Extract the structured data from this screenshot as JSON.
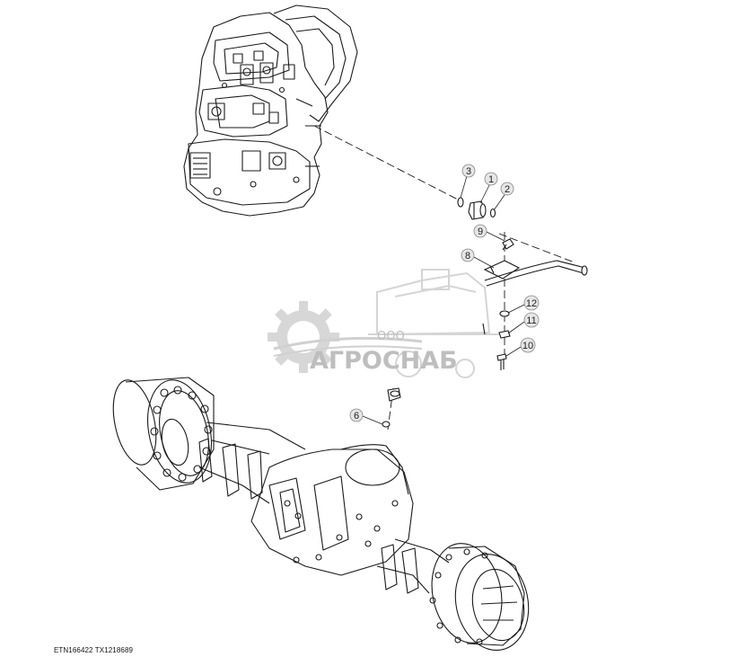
{
  "diagram": {
    "callouts": [
      {
        "id": "callout-1",
        "label": "1"
      },
      {
        "id": "callout-2",
        "label": "2"
      },
      {
        "id": "callout-3",
        "label": "3"
      },
      {
        "id": "callout-6",
        "label": "6"
      },
      {
        "id": "callout-8",
        "label": "8"
      },
      {
        "id": "callout-9",
        "label": "9"
      },
      {
        "id": "callout-10",
        "label": "10"
      },
      {
        "id": "callout-11",
        "label": "11"
      },
      {
        "id": "callout-12",
        "label": "12"
      }
    ],
    "reference_code": "ETN166422   TX1218689"
  },
  "watermark": {
    "prefix": "ООО",
    "name": "АГРОСНАБ",
    "color": "#9a9a9a"
  },
  "colors": {
    "line": "#1a1a1a",
    "callout_fill": "#e6e6e6"
  }
}
